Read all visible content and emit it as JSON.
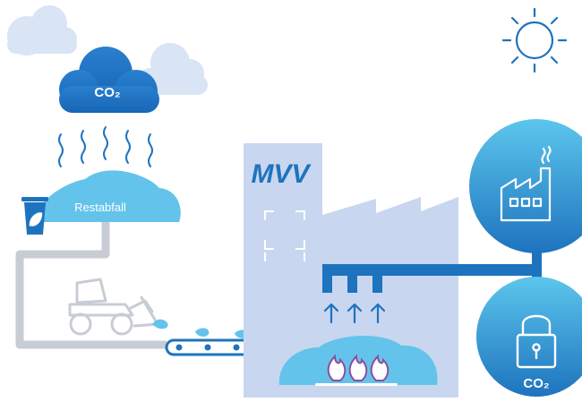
{
  "labels": {
    "cloud_co2": "CO₂",
    "waste_pile": "Restabfall",
    "logo": "MVV",
    "storage_co2": "CO₂"
  },
  "colors": {
    "light_cloud": "#d9e4f5",
    "dark_blue": "#1e73be",
    "mid_blue": "#3f8fd6",
    "light_blue": "#64c3ea",
    "building": "#c9d6f0",
    "machine_gray": "#c8ccd4",
    "sun_blue": "#1e73be",
    "flame_purple": "#8a4f9e",
    "logo_green": "#6cc24a"
  },
  "icons": [
    "sun-icon",
    "cloud-icon",
    "heat-wave-icon",
    "trash-bin-icon",
    "leaf-icon",
    "bulldozer-icon",
    "conveyor-belt-icon",
    "flame-icon",
    "arrow-up-icon",
    "factory-icon",
    "padlock-icon"
  ]
}
